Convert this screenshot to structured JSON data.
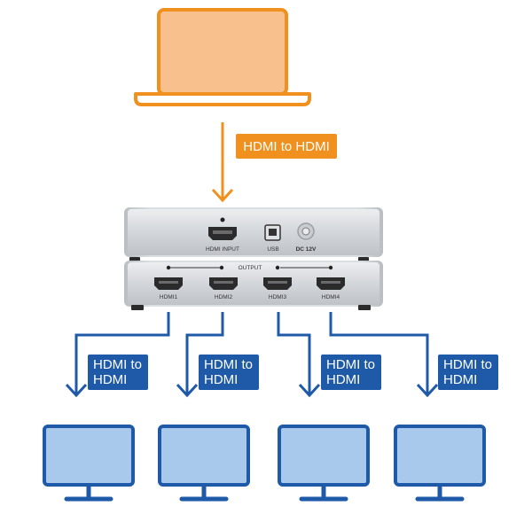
{
  "source": {
    "icon": "laptop-icon",
    "connection_label": "HDMI to HDMI",
    "color": "#f0901e",
    "fill": "#f7c08c"
  },
  "splitter": {
    "input_panel": {
      "hdmi_input_label": "HDMI INPUT",
      "usb_label": "USB",
      "power_label": "DC 12V"
    },
    "output_panel": {
      "output_label": "OUTPUT",
      "ports": [
        "HDMI1",
        "HDMI2",
        "HDMI3",
        "HDMI4"
      ]
    }
  },
  "outputs": [
    {
      "line1": "HDMI to",
      "line2": "HDMI",
      "icon": "monitor-icon"
    },
    {
      "line1": "HDMI to",
      "line2": "HDMI",
      "icon": "monitor-icon"
    },
    {
      "line1": "HDMI to",
      "line2": "HDMI",
      "icon": "monitor-icon"
    },
    {
      "line1": "HDMI to",
      "line2": "HDMI",
      "icon": "monitor-icon"
    }
  ],
  "colors": {
    "accent_orange": "#f0901e",
    "accent_blue": "#1e5aa8",
    "monitor_fill": "#a9c9ec",
    "device_silver": "#d6d8dc"
  }
}
